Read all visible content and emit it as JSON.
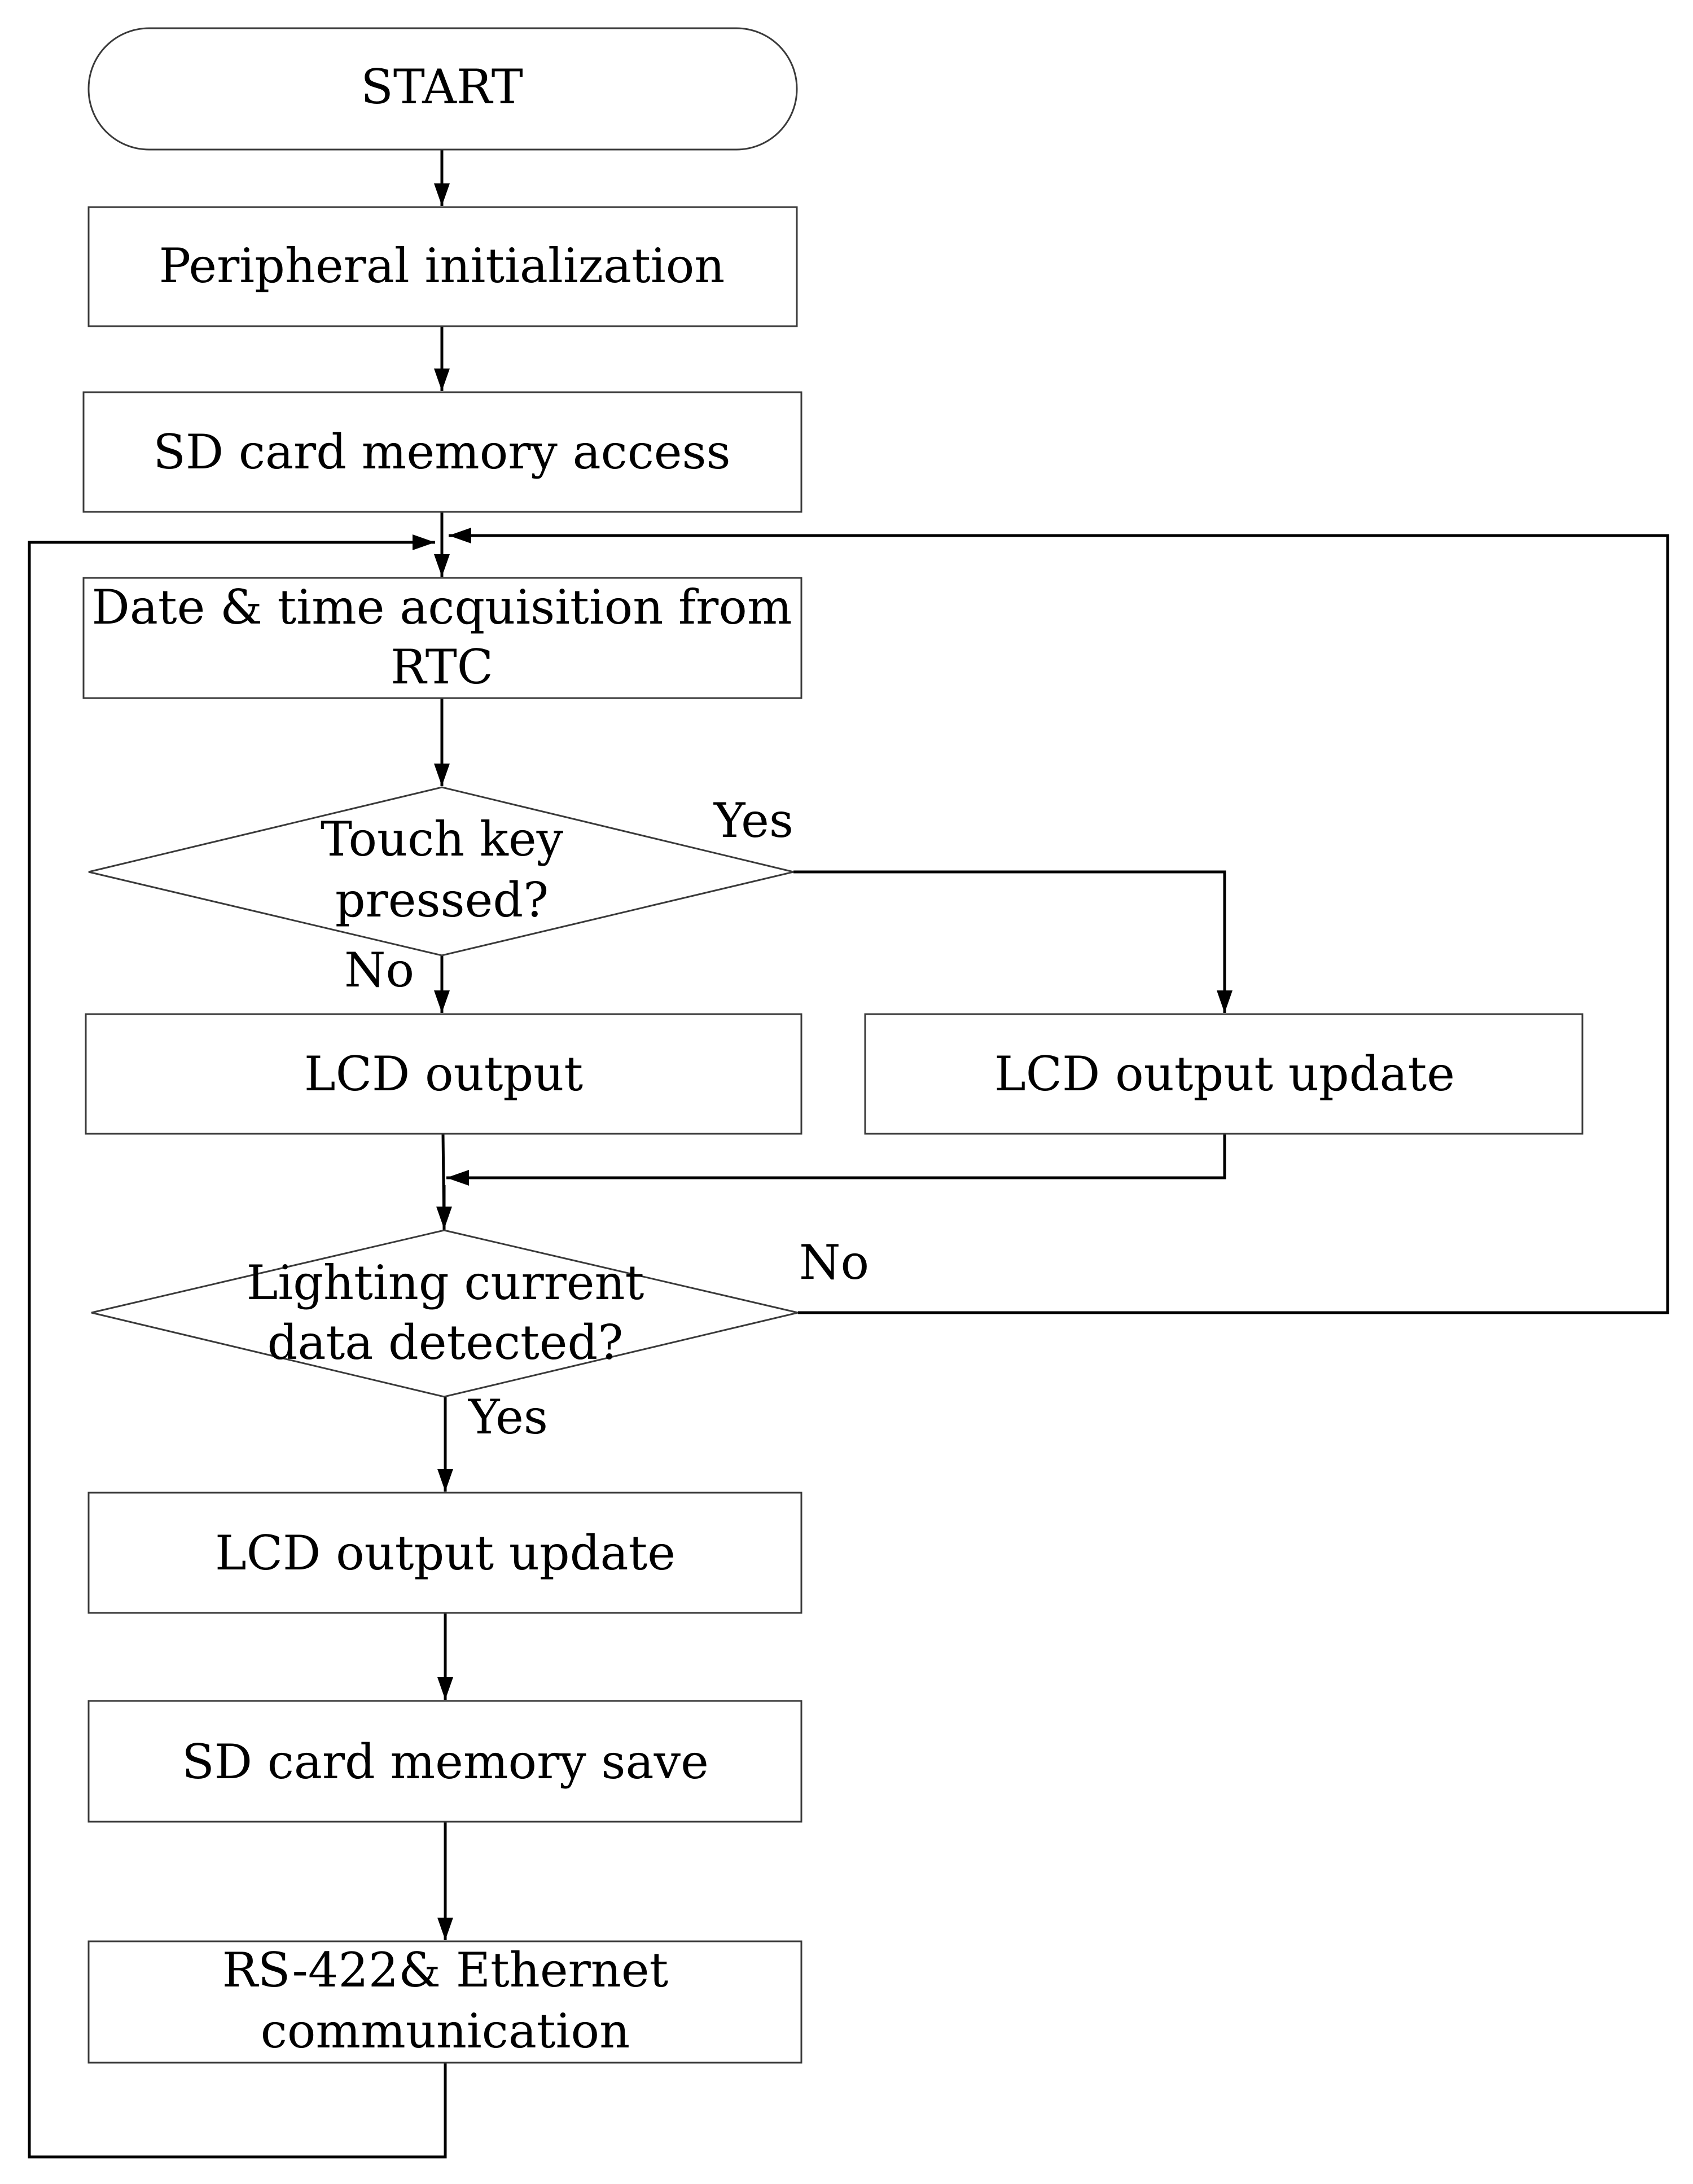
{
  "nodes": {
    "start": "START",
    "peripheral_init": "Peripheral initialization",
    "sd_access": "SD card memory access",
    "rtc_line1": "Date & time acquisition from",
    "rtc_line2": "RTC",
    "touch_line1": "Touch key",
    "touch_line2": "pressed?",
    "lcd_output": "LCD output",
    "lcd_update_right": "LCD output update",
    "lighting_line1": "Lighting current",
    "lighting_line2": "data detected?",
    "lcd_update_bottom": "LCD output update",
    "sd_save": "SD card memory save",
    "comm_line1": "RS-422& Ethernet",
    "comm_line2": "communication"
  },
  "edge_labels": {
    "touch_yes": "Yes",
    "touch_no": "No",
    "lighting_no": "No",
    "lighting_yes": "Yes"
  }
}
